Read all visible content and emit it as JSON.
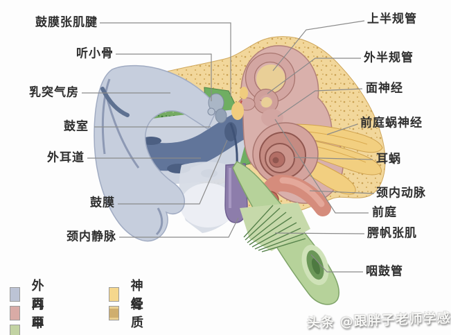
{
  "labels_left": [
    {
      "text": "鼓膜张肌腱"
    },
    {
      "text": "听小骨"
    },
    {
      "text": "乳突气房"
    },
    {
      "text": "鼓室"
    },
    {
      "text": "外耳道"
    },
    {
      "text": "鼓膜"
    },
    {
      "text": "颈内静脉"
    }
  ],
  "labels_right": [
    {
      "text": "上半规管"
    },
    {
      "text": "外半规管"
    },
    {
      "text": "面神经"
    },
    {
      "text": "前庭蜗神经"
    },
    {
      "text": "耳蜗"
    },
    {
      "text": "颈内动脉"
    },
    {
      "text": "前庭"
    },
    {
      "text": "腭帆张肌"
    },
    {
      "text": "咽鼓管"
    }
  ],
  "legend": {
    "items": [
      {
        "label": "外耳",
        "color": "#bcc3d5"
      },
      {
        "label": "内耳",
        "color": "#d9aba6"
      },
      {
        "label": "中耳",
        "color": "#c2d3a3"
      },
      {
        "label": "神经",
        "color": "#f5d78d"
      },
      {
        "label": "骨质",
        "color": "#ead092",
        "inner_color": "#cfae6e"
      }
    ]
  },
  "watermark": "头条 @跟胖子老师学感统",
  "colors": {
    "outer_ear": "#c6cedd",
    "ear_canal": "#61759a",
    "inner_ear": "#d3a6a2",
    "cochlea": "#c58b82",
    "middle_ear_green": "#74aa63",
    "eustachian_tube": "#b6d29a",
    "nerve_yellow": "#f2cf80",
    "bone_tan": "#f2d79b",
    "jugular_vein_purple": "#8d7dab",
    "carotid_artery_salmon": "#d58c7c",
    "leader_line": "#8a8a8a",
    "label_text": "#2e2e2e"
  }
}
